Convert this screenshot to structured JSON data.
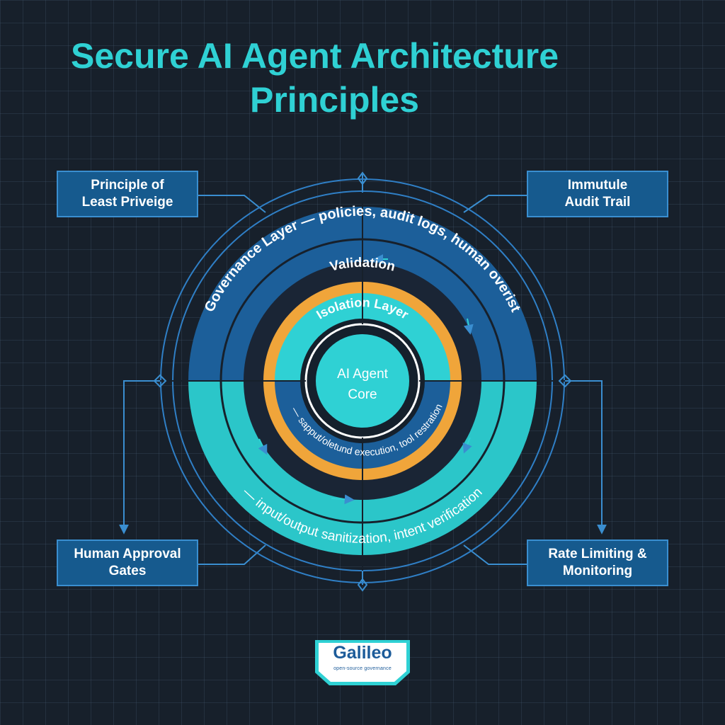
{
  "title": {
    "line1": "Secure AI Agent Architecture",
    "line2": "Principles"
  },
  "rings": {
    "governance_top": "Governance Layer — policies, audit logs, human overist",
    "governance_bottom": "— input/output sanitization, intent verification",
    "validation": "Validation",
    "isolation": "Isolation Layer",
    "isolation_bottom": "— sapput/oletund execution, tool restration",
    "core_line1": "AI Agent",
    "core_line2": "Core"
  },
  "corners": {
    "top_left": {
      "line1": "Principle of",
      "line2": "Least Priveige"
    },
    "top_right": {
      "line1": "Immutule",
      "line2": "Audit Trail"
    },
    "bottom_left": {
      "line1": "Human Approval",
      "line2": "Gates"
    },
    "bottom_right": {
      "line1": "Rate Limiting &",
      "line2": "Monitoring"
    }
  },
  "logo": {
    "name": "Galileo",
    "tagline": "open-source governance"
  },
  "colors": {
    "background": "#17202b",
    "title": "#2fd1d4",
    "governance": "#1c5f9a",
    "sanitization": "#2bc6c9",
    "validation": "#f0a53a",
    "isolation": "#2fd1d4",
    "core": "#2fd1d4",
    "box_fill": "#165a8e"
  }
}
